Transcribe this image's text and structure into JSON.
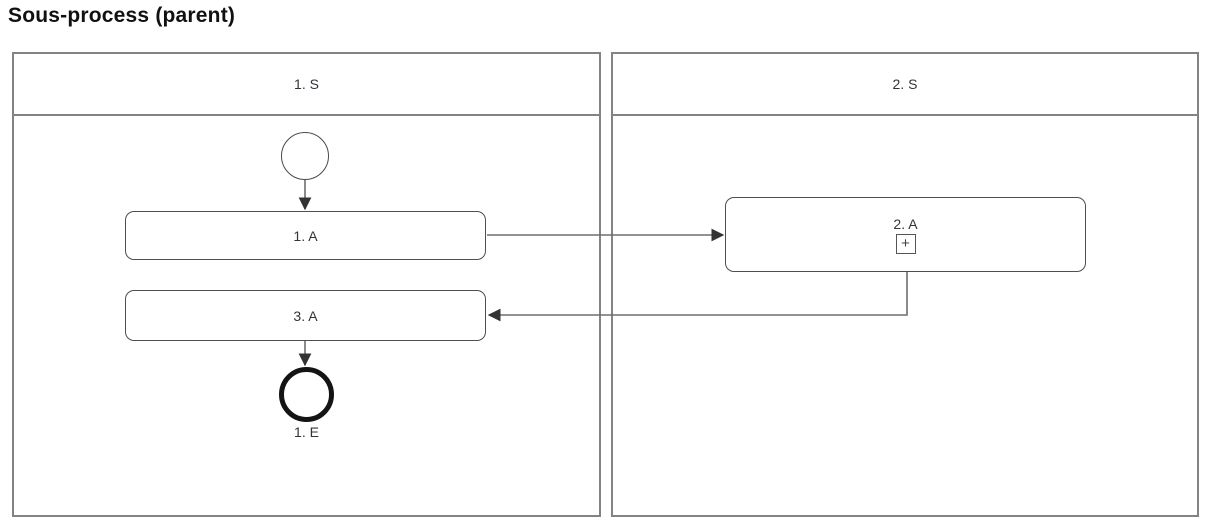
{
  "title": "Sous-process (parent)",
  "pools": [
    {
      "label": "1. S"
    },
    {
      "label": "2. S"
    }
  ],
  "nodes": {
    "start_event": {
      "type": "start-event"
    },
    "task1": {
      "label": "1. A"
    },
    "task2": {
      "label": "2. A",
      "marker": "+"
    },
    "task3": {
      "label": "3. A"
    },
    "end_event": {
      "label": "1. E"
    }
  },
  "flows": [
    {
      "from": "start_event",
      "to": "task1"
    },
    {
      "from": "task1",
      "to": "task2"
    },
    {
      "from": "task2",
      "to": "task3"
    },
    {
      "from": "task3",
      "to": "end_event"
    }
  ],
  "colors": {
    "pool_border": "#838383",
    "task_border": "#4f4f4f",
    "connector": "#6e6e6e",
    "arrowhead": "#333333",
    "end_event_border": "#141414",
    "text": "#33333d",
    "title_text": "#111111",
    "background": "#ffffff"
  }
}
